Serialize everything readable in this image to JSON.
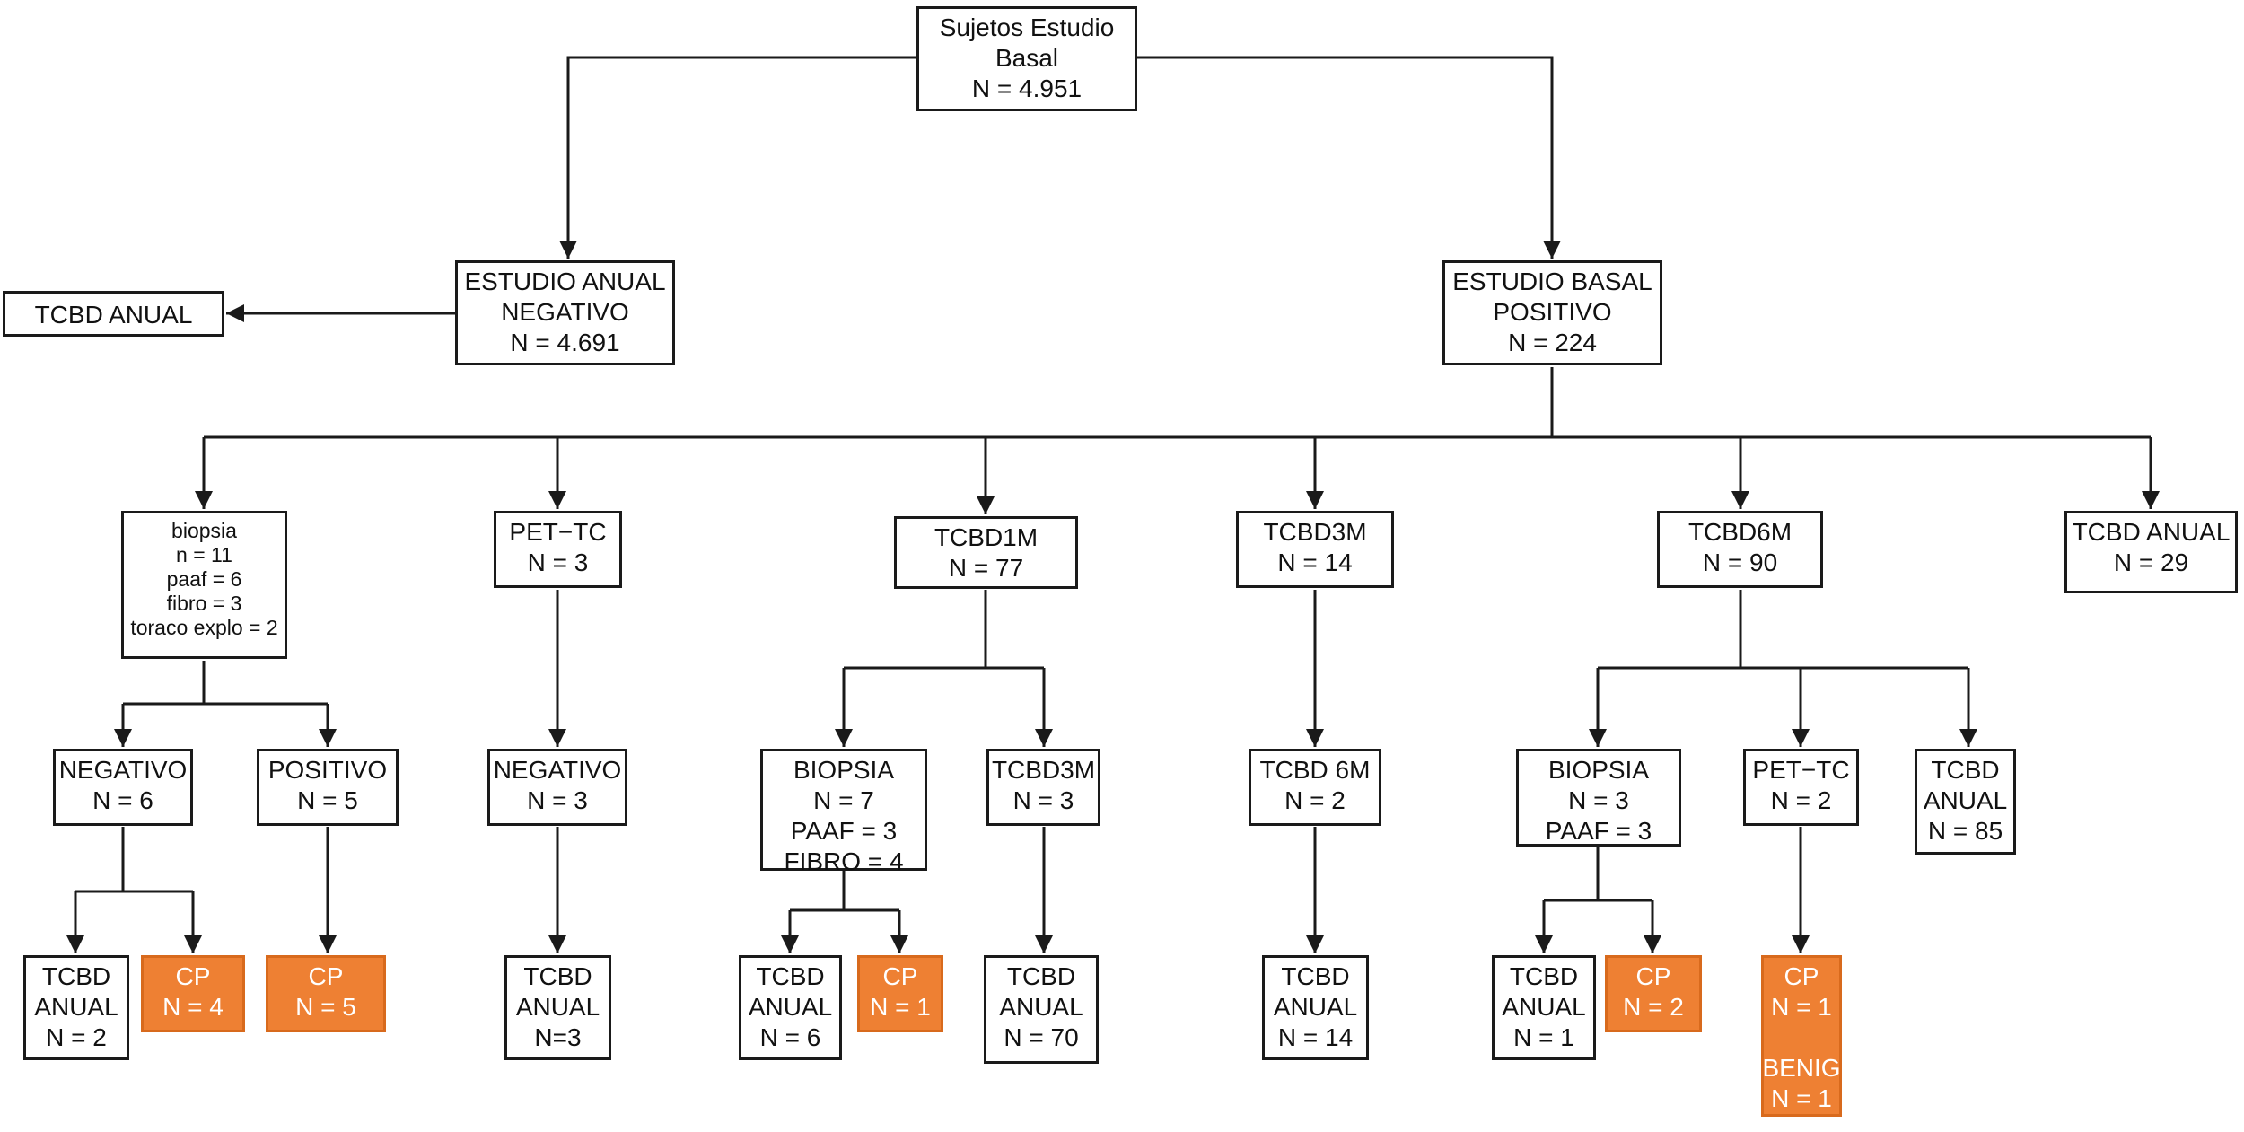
{
  "colors": {
    "line": "#1a1a1a",
    "box_border": "#1a1a1a",
    "result_fill": "#ee8033",
    "result_text": "#ffffff"
  },
  "nodes": {
    "root": {
      "lines": [
        "Sujetos Estudio",
        "Basal",
        "N = 4.951"
      ]
    },
    "anual_negativo": {
      "lines": [
        "ESTUDIO ANUAL",
        "NEGATIVO",
        "N = 4.691"
      ]
    },
    "tcbd_anual_left": {
      "lines": [
        "TCBD ANUAL"
      ]
    },
    "basal_positivo": {
      "lines": [
        "ESTUDIO BASAL",
        "POSITIVO",
        "N = 224"
      ]
    },
    "biopsia": {
      "lines": [
        "biopsia",
        "n = 11",
        "paaf = 6",
        "fibro = 3",
        "toraco explo = 2"
      ]
    },
    "pet_tc": {
      "lines": [
        "PET−TC",
        "N = 3"
      ]
    },
    "tcbd1m": {
      "lines": [
        "TCBD1M",
        "N = 77"
      ]
    },
    "tcbd3m": {
      "lines": [
        "TCBD3M",
        "N = 14"
      ]
    },
    "tcbd6m": {
      "lines": [
        "TCBD6M",
        "N = 90"
      ]
    },
    "tcbd_anual_29": {
      "lines": [
        "TCBD ANUAL",
        "N = 29"
      ]
    },
    "neg6": {
      "lines": [
        "NEGATIVO",
        "N = 6"
      ]
    },
    "pos5": {
      "lines": [
        "POSITIVO",
        "N = 5"
      ]
    },
    "neg3": {
      "lines": [
        "NEGATIVO",
        "N = 3"
      ]
    },
    "biopsia7": {
      "lines": [
        "BIOPSIA",
        "N = 7",
        "PAAF = 3",
        "FIBRO = 4"
      ]
    },
    "tcbd3m_3": {
      "lines": [
        "TCBD3M",
        "N = 3"
      ]
    },
    "tcbd6m_2": {
      "lines": [
        "TCBD 6M",
        "N = 2"
      ]
    },
    "biopsia3": {
      "lines": [
        "BIOPSIA",
        "N = 3",
        "PAAF = 3"
      ]
    },
    "pettc2": {
      "lines": [
        "PET−TC",
        "N = 2"
      ]
    },
    "tcbd_anual_85": {
      "lines": [
        "TCBD",
        "ANUAL",
        "N = 85"
      ]
    },
    "leaf_tcbd2": {
      "lines": [
        "TCBD",
        "ANUAL",
        "N = 2"
      ]
    },
    "leaf_cp4": {
      "lines": [
        "CP",
        "N = 4"
      ]
    },
    "leaf_cp5": {
      "lines": [
        "CP",
        "N = 5"
      ]
    },
    "leaf_tcbd3": {
      "lines": [
        "TCBD",
        "ANUAL",
        "N=3"
      ]
    },
    "leaf_tcbd6": {
      "lines": [
        "TCBD",
        "ANUAL",
        "N = 6"
      ]
    },
    "leaf_cp1": {
      "lines": [
        "CP",
        "N = 1"
      ]
    },
    "leaf_tcbd70": {
      "lines": [
        "TCBD",
        "ANUAL",
        "N = 70"
      ]
    },
    "leaf_tcbd14": {
      "lines": [
        "TCBD",
        "ANUAL",
        "N = 14"
      ]
    },
    "leaf_tcbd1": {
      "lines": [
        "TCBD",
        "ANUAL",
        "N = 1"
      ]
    },
    "leaf_cp2": {
      "lines": [
        "CP",
        "N = 2"
      ]
    },
    "leaf_cp_benig": {
      "lines": [
        "CP",
        "N = 1",
        "",
        "BENIG",
        "N = 1"
      ]
    }
  }
}
